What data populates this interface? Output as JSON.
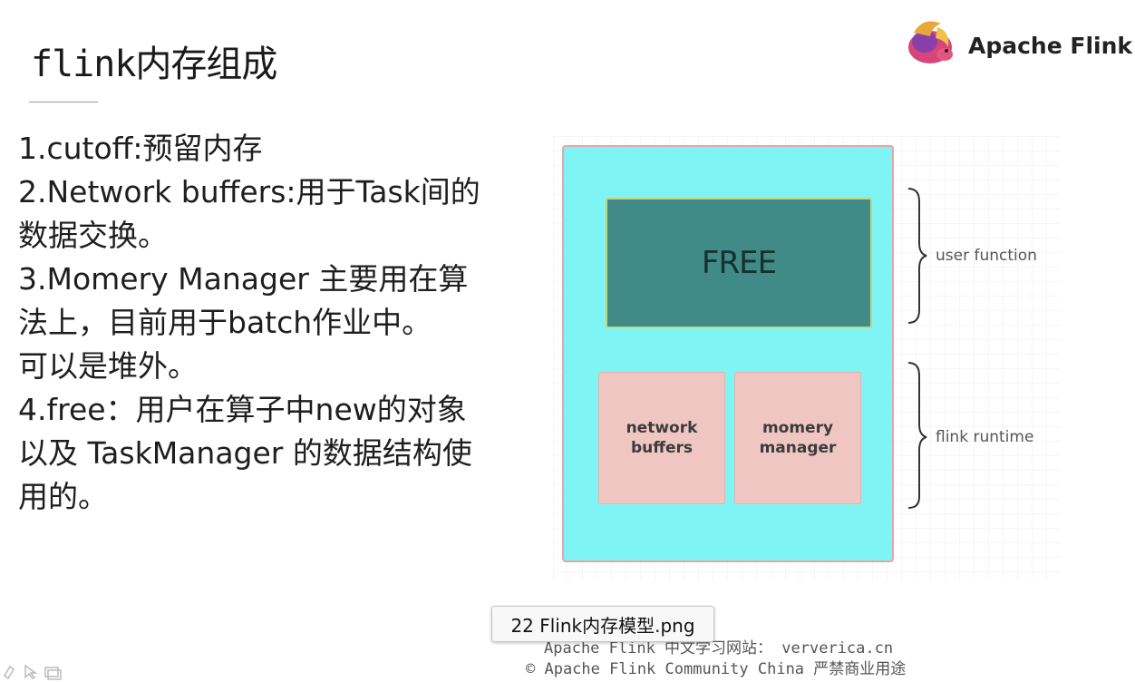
{
  "slide": {
    "title": "flink内存组成",
    "bullets": [
      "1.cutoff:预留内存",
      "2.Network buffers:用于Task间的",
      "数据交换。",
      "3.Momery Manager 主要用在算",
      "法上，目前用于batch作业中。",
      "可以是堆外。",
      "4.free：用户在算子中new的对象",
      "以及 TaskManager 的数据结构使",
      "用的。"
    ]
  },
  "logo": {
    "text": "Apache Flink",
    "icon": "squirrel-logo-icon"
  },
  "diagram": {
    "free_label": "FREE",
    "network_buffers_label": [
      "network",
      "buffers"
    ],
    "memory_manager_label": [
      "momery",
      "manager"
    ],
    "user_function_label": "user function",
    "flink_runtime_label": "flink runtime"
  },
  "tooltip": {
    "text": "22 Flink内存模型.png"
  },
  "footer": {
    "line1": "Apache Flink 中文学习网站： ververica.cn",
    "line2": "© Apache Flink Community China  严禁商业用途"
  },
  "colors": {
    "outer_box": "#7ff4f4",
    "free_box": "#408a88",
    "small_box": "#f0c6c2"
  }
}
